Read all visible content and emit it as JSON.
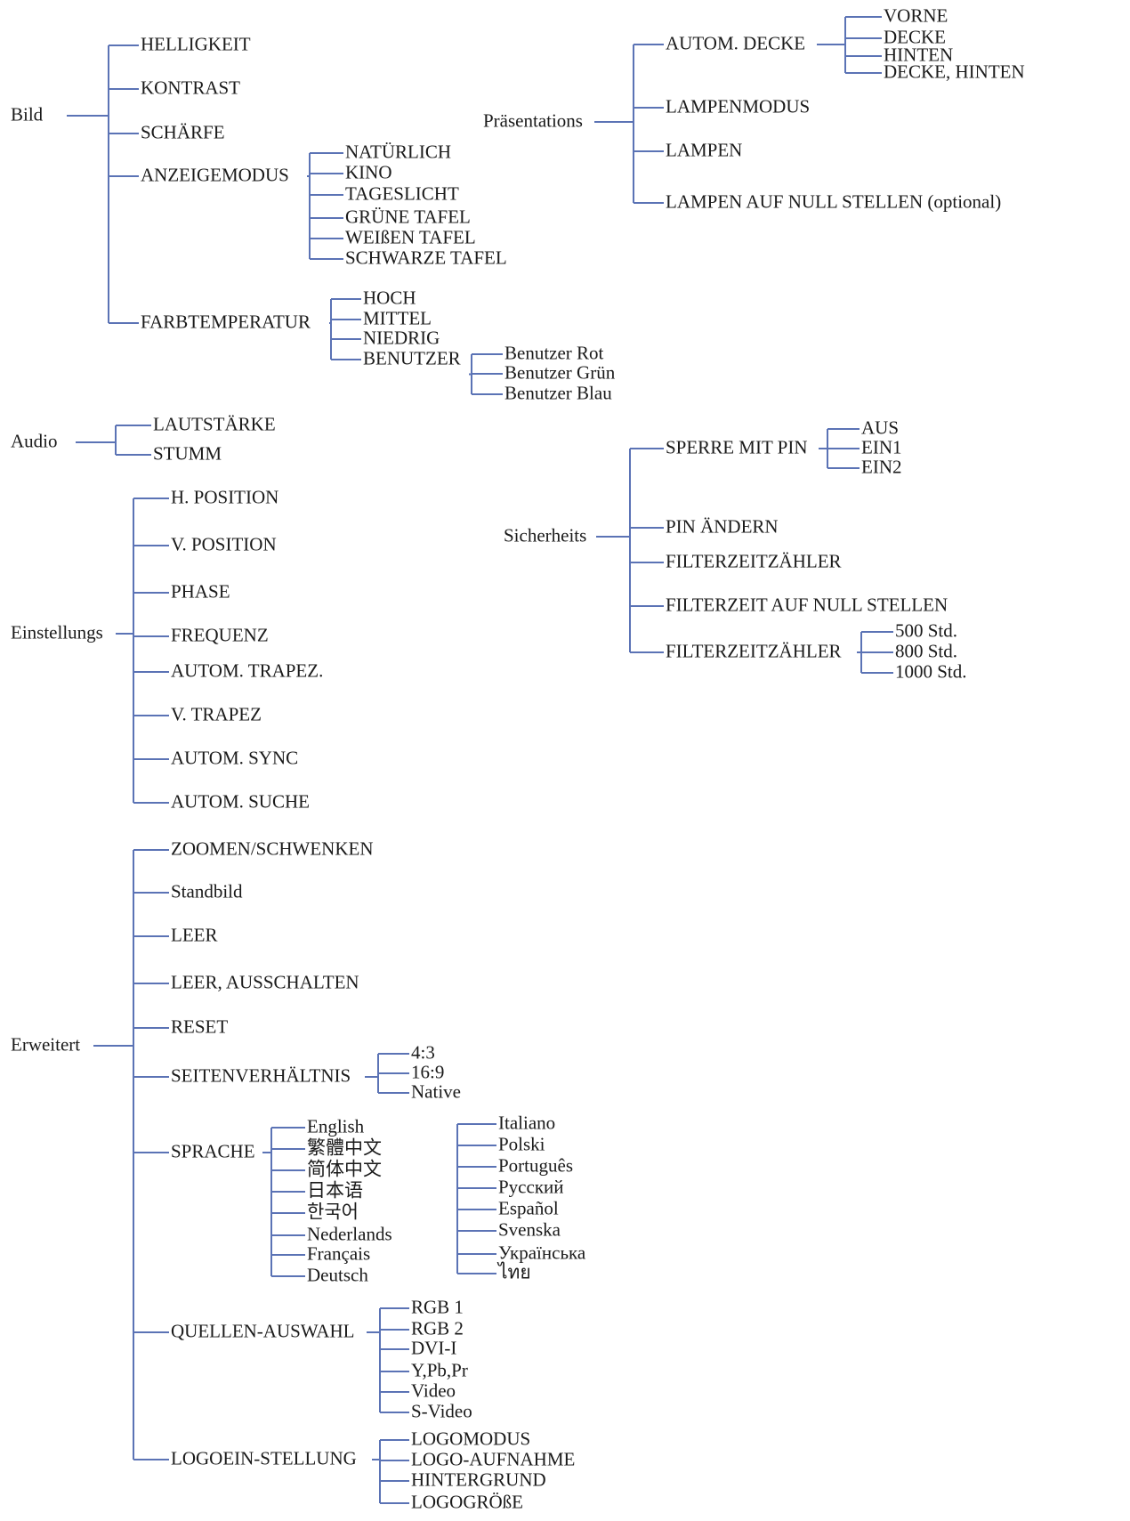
{
  "trees": [
    {
      "label": "Bild",
      "children": [
        {
          "label": "HELLIGKEIT"
        },
        {
          "label": "KONTRAST"
        },
        {
          "label": "SCHÄRFE"
        },
        {
          "label": "ANZEIGEMODUS",
          "children": [
            {
              "label": "NATÜRLICH"
            },
            {
              "label": "KINO"
            },
            {
              "label": "TAGESLICHT"
            },
            {
              "label": "GRÜNE TAFEL"
            },
            {
              "label": "WEIßEN TAFEL"
            },
            {
              "label": "SCHWARZE TAFEL"
            }
          ]
        },
        {
          "label": "FARBTEMPERATUR",
          "children": [
            {
              "label": "HOCH"
            },
            {
              "label": "MITTEL"
            },
            {
              "label": "NIEDRIG"
            },
            {
              "label": "BENUTZER",
              "children": [
                {
                  "label": "Benutzer Rot"
                },
                {
                  "label": "Benutzer Grün"
                },
                {
                  "label": "Benutzer Blau"
                }
              ]
            }
          ]
        }
      ]
    },
    {
      "label": "Audio",
      "children": [
        {
          "label": "LAUTSTÄRKE"
        },
        {
          "label": "STUMM"
        }
      ]
    },
    {
      "label": "Einstellungs",
      "children": [
        {
          "label": "H. POSITION"
        },
        {
          "label": "V. POSITION"
        },
        {
          "label": "PHASE"
        },
        {
          "label": "FREQUENZ"
        },
        {
          "label": "AUTOM. TRAPEZ."
        },
        {
          "label": "V. TRAPEZ"
        },
        {
          "label": "AUTOM. SYNC"
        },
        {
          "label": "AUTOM. SUCHE"
        }
      ]
    },
    {
      "label": "Erweitert",
      "children": [
        {
          "label": "ZOOMEN/SCHWENKEN"
        },
        {
          "label": "Standbild"
        },
        {
          "label": "LEER"
        },
        {
          "label": "LEER, AUSSCHALTEN"
        },
        {
          "label": "RESET"
        },
        {
          "label": "SEITENVERHÄLTNIS",
          "children": [
            {
              "label": "4:3"
            },
            {
              "label": "16:9"
            },
            {
              "label": "Native"
            }
          ]
        },
        {
          "label": "SPRACHE",
          "children": [
            {
              "label": "English"
            },
            {
              "label": "繁體中文"
            },
            {
              "label": "简体中文"
            },
            {
              "label": "日本语"
            },
            {
              "label": "한국어"
            },
            {
              "label": "Nederlands"
            },
            {
              "label": "Français"
            },
            {
              "label": "Deutsch"
            },
            {
              "label": "Italiano"
            },
            {
              "label": "Polski"
            },
            {
              "label": "Português"
            },
            {
              "label": "Русский"
            },
            {
              "label": "Español"
            },
            {
              "label": "Svenska"
            },
            {
              "label": "Українська"
            },
            {
              "label": "ไทย"
            }
          ]
        },
        {
          "label": "QUELLEN-AUSWAHL",
          "children": [
            {
              "label": "RGB 1"
            },
            {
              "label": "RGB 2"
            },
            {
              "label": "DVI-I"
            },
            {
              "label": "Y,Pb,Pr"
            },
            {
              "label": "Video"
            },
            {
              "label": "S-Video"
            }
          ]
        },
        {
          "label": "LOGOEIN-STELLUNG",
          "children": [
            {
              "label": "LOGOMODUS"
            },
            {
              "label": "LOGO-AUFNAHME"
            },
            {
              "label": "HINTERGRUND"
            },
            {
              "label": "LOGOGRÖßE"
            }
          ]
        }
      ]
    },
    {
      "label": "Präsentations",
      "children": [
        {
          "label": "AUTOM. DECKE",
          "children": [
            {
              "label": "VORNE"
            },
            {
              "label": "DECKE"
            },
            {
              "label": "HINTEN"
            },
            {
              "label": "DECKE, HINTEN"
            }
          ]
        },
        {
          "label": "LAMPENMODUS"
        },
        {
          "label": "LAMPEN"
        },
        {
          "label": "LAMPEN AUF NULL STELLEN (optional)"
        }
      ]
    },
    {
      "label": "Sicherheits",
      "children": [
        {
          "label": "SPERRE MIT PIN",
          "children": [
            {
              "label": "AUS"
            },
            {
              "label": "EIN1"
            },
            {
              "label": "EIN2"
            }
          ]
        },
        {
          "label": "PIN ÄNDERN"
        },
        {
          "label": "FILTERZEITZÄHLER"
        },
        {
          "label": "FILTERZEIT AUF NULL STELLEN"
        },
        {
          "label": "FILTERZEITZÄHLER",
          "children": [
            {
              "label": "500 Std."
            },
            {
              "label": "800 Std."
            },
            {
              "label": "1000 Std."
            }
          ]
        }
      ]
    }
  ],
  "colors": {
    "line": "#5b73b5",
    "text": "#1a1a1a"
  }
}
